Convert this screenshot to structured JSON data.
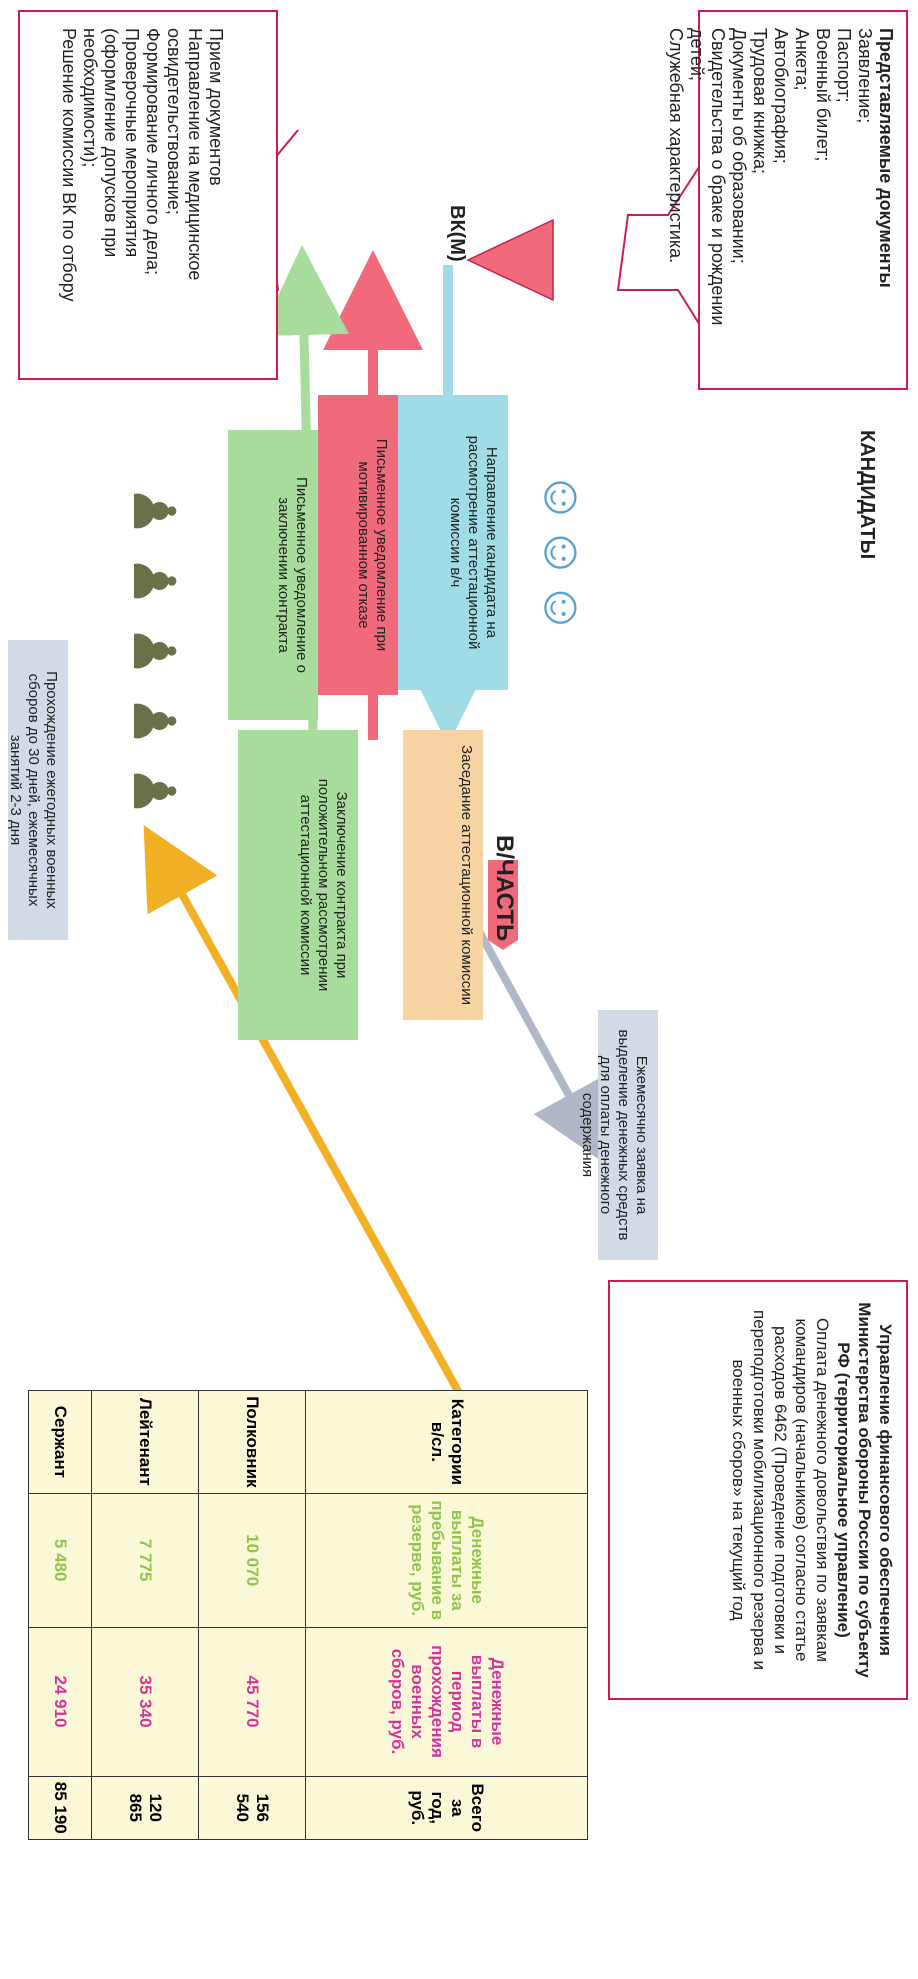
{
  "top_left_box": {
    "title": "Представляемые документы",
    "items": [
      "Заявление;",
      "Паспорт;",
      "Военный билет;",
      "Анкета;",
      "Автобиография;",
      "Трудовая книжка;",
      "Документы об образовании;",
      "Свидетельства о браке и рождении детей;",
      "Служебная характеристика."
    ]
  },
  "vkm_box": {
    "items": [
      "Прием документов",
      "Направление на медицинское освидетельствование;",
      "Формирование личного дела;",
      "Проверочные мероприятия (оформление допусков при необходимости);",
      "Решение комиссии ВК по отбору"
    ]
  },
  "labels": {
    "candidates": "КАНДИДАТЫ",
    "vkm": "ВК(М)",
    "vchast": "В/ЧАСТЬ"
  },
  "flow": {
    "cyan_note": "Направление кандидата на рассмотрение аттестационной комиссии в/ч",
    "red_note": "Письменное уведомление при мотивированном отказе",
    "green_note": "Письменное уведомление о заключении контракта",
    "orange_note": "Заседание аттестационной комиссии",
    "green2_note": "Заключение контракта при положительном рассмотрении аттестационной комиссии",
    "grey_note": "Прохождение ежегодных военных сборов до 30 дней, ежемесячных занятий 2-3 дня",
    "monthly_note": "Ежемесячно заявка на выделение денежных средств для оплаты денежного содержания"
  },
  "finance_box": {
    "title": "Управление финансового обеспечения Министерства обороны России по субъекту РФ (территориальное управление)",
    "text": "Оплата денежного довольствия по заявкам командиров (начальников) согласно статье расходов 6462 (Проведение подготовки и переподготовки мобилизационного резерва и военных сборов» на текущий год"
  },
  "table": {
    "headers": [
      "Категории в/сл.",
      "Денежные выплаты за пребывание в резерве, руб.",
      "Денежные выплаты в период прохождения военных сборов, руб.",
      "Всего за год, руб."
    ],
    "rows": [
      [
        "Полковник",
        "10 070",
        "45 770",
        "156 540"
      ],
      [
        "Лейтенант",
        "7 775",
        "35 340",
        "120 865"
      ],
      [
        "Сержант",
        "5 480",
        "24 910",
        "85 190"
      ]
    ]
  },
  "colors": {
    "frame_red": "#c8204a",
    "cyan": "#9fdce6",
    "red": "#f06a7c",
    "green": "#a8dc9c",
    "orange": "#f8d4a4",
    "grey": "#d2dae6",
    "arrow_yellow": "#f2b124",
    "table_bg": "#fbf8d8"
  },
  "icons": {
    "people": "person-icon",
    "soldiers": "soldier-icon"
  }
}
